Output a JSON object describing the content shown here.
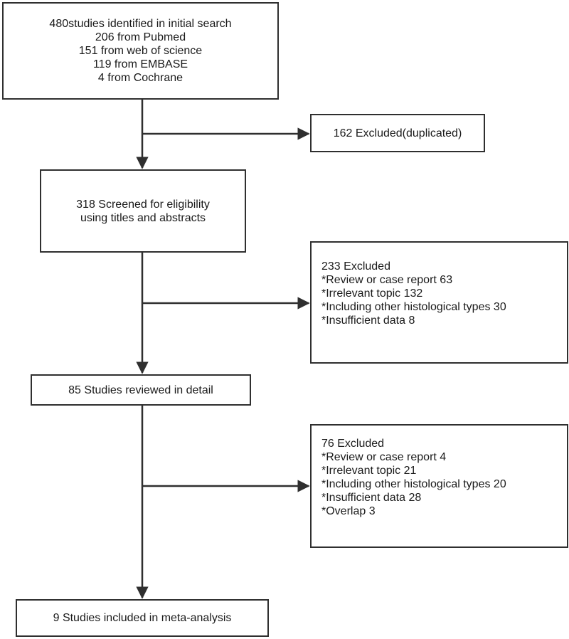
{
  "identification": {
    "lines": [
      "480studies identified in initial search",
      "206 from Pubmed",
      "151 from web of science",
      "119 from EMBASE",
      "4 from Cochrane"
    ]
  },
  "duplicates": {
    "lines": [
      "162 Excluded(duplicated)"
    ]
  },
  "screening": {
    "lines": [
      "318 Screened for eligibility",
      "using titles and abstracts"
    ]
  },
  "screen_exclusion": {
    "lines": [
      "233 Excluded",
      "*Review or case report 63",
      "*Irrelevant topic 132",
      "*Including other histological types 30",
      "*Insufficient data 8"
    ]
  },
  "review": {
    "lines": [
      "85 Studies reviewed in detail"
    ]
  },
  "review_exclusion": {
    "lines": [
      "76 Excluded",
      "*Review or case report 4",
      "*Irrelevant topic 21",
      "*Including other histological types 20",
      "*Insufficient data 28",
      "*Overlap 3"
    ]
  },
  "included": {
    "lines": [
      "9 Studies included in meta-analysis"
    ]
  },
  "colors": {
    "stroke": "#2f2f2f",
    "text": "#1a1a1a",
    "background": "#ffffff"
  }
}
